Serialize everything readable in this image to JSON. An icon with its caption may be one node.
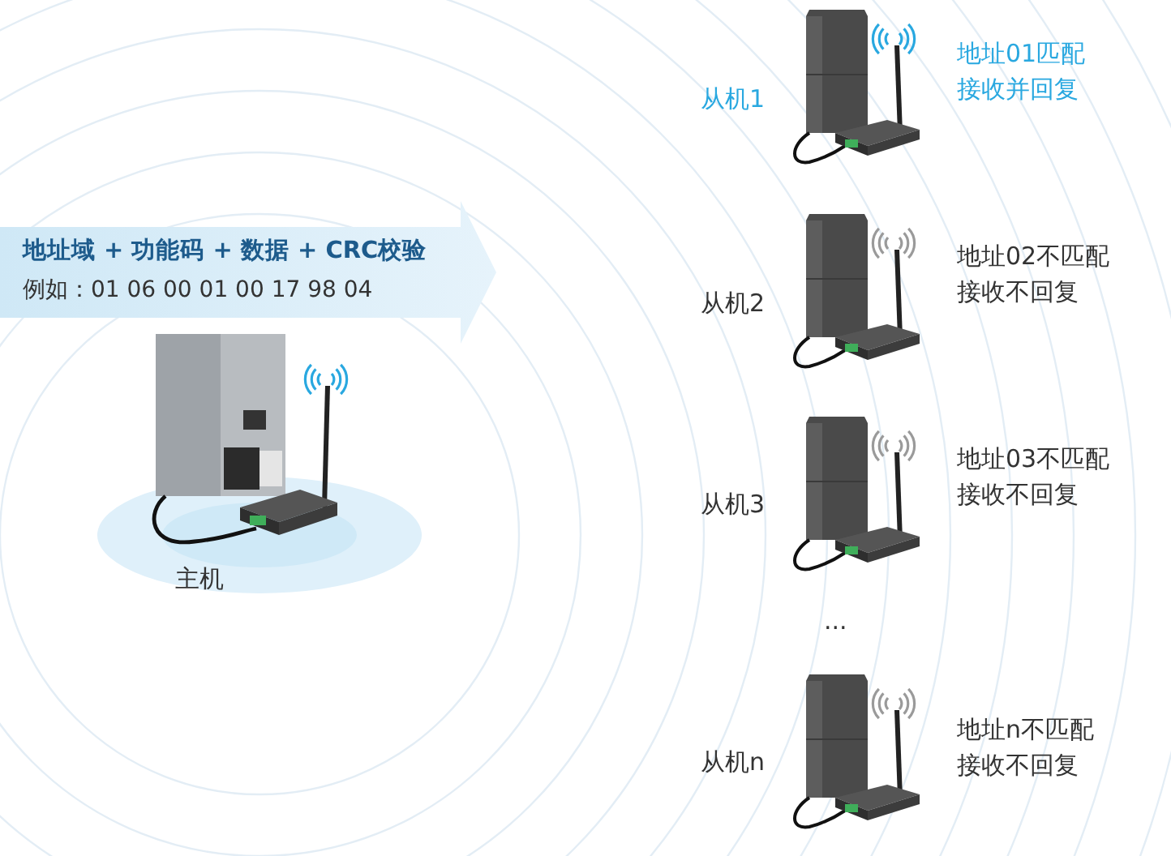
{
  "diagram": {
    "nodes": [
      {
        "text": [
          "地址域 + 功能码 + 数据 + CRC校验",
          "例如：01  06  00 01  00 17  98 04"
        ]
      },
      {
        "text": [
          "主机"
        ]
      },
      {
        "text": [],
        "shape": "picture",
        "beside": [
          "从机1",
          "地址01匹配接收并回复"
        ]
      },
      {
        "text": [],
        "shape": "picture",
        "beside": [
          "从机2",
          "地址02不匹配接收不回复"
        ]
      },
      {
        "text": [],
        "shape": "picture",
        "beside": [
          "从机3",
          "地址03不匹配接收不回复"
        ]
      },
      {
        "text": [],
        "shape": "picture",
        "beside": [
          "从机n",
          "地址n不匹配接收不回复"
        ]
      }
    ],
    "edges": [],
    "labels": [
      "..."
    ]
  }
}
